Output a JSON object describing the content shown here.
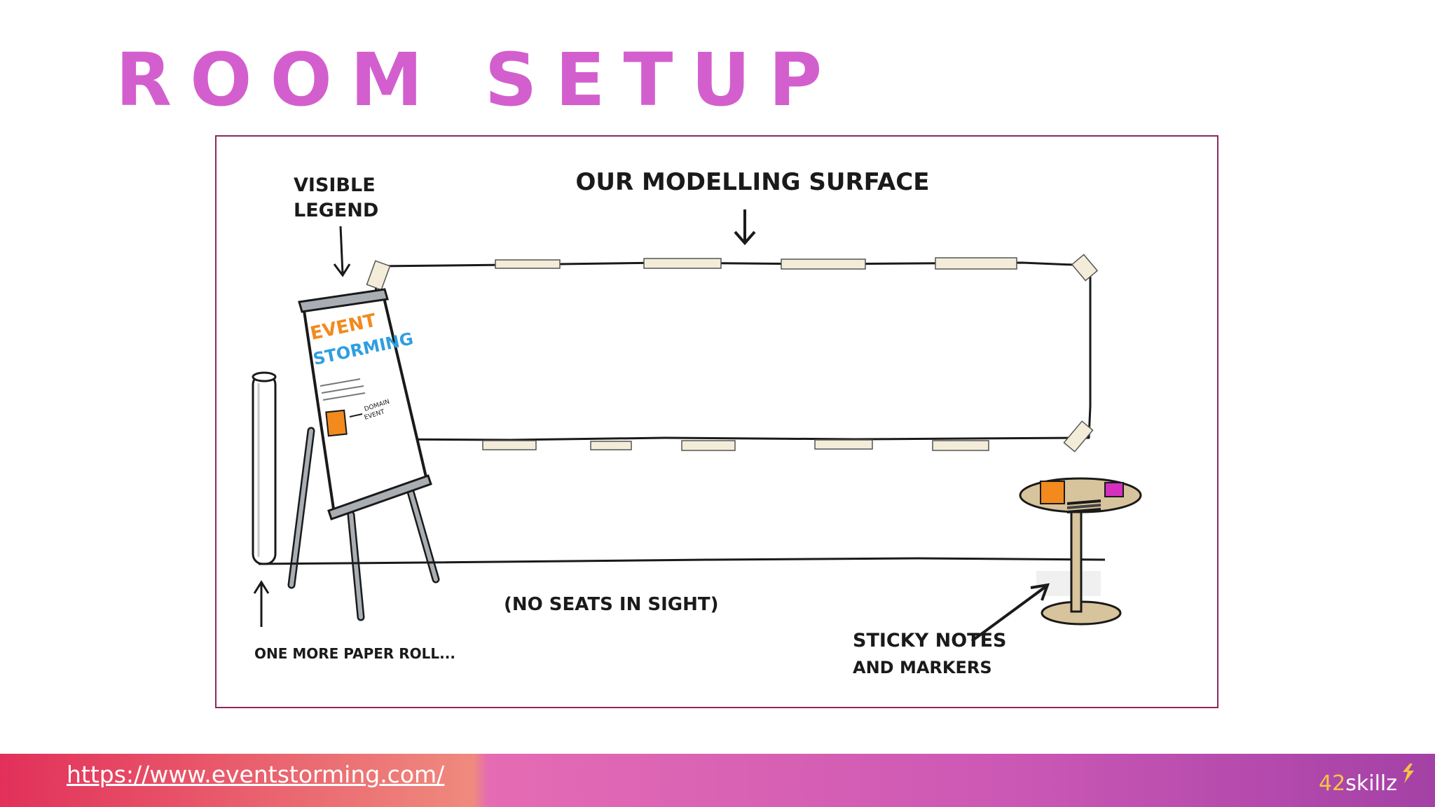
{
  "slide": {
    "title": "ROOM SETUP"
  },
  "figure": {
    "surface_label": "OUR MODELLING SURFACE",
    "legend_label_line1": "VISIBLE",
    "legend_label_line2": "LEGEND",
    "flipchart_title_line1": "EVENT",
    "flipchart_title_line2": "STORMING",
    "flipchart_note_line1": "DOMAIN",
    "flipchart_note_line2": "EVENT",
    "roll_label": "ONE MORE PAPER ROLL...",
    "seats_label": "(NO SEATS IN SIGHT)",
    "supplies_label_line1": "STICKY NOTES",
    "supplies_label_line2": "AND MARKERS",
    "colors": {
      "orange": "#f28a1e",
      "blue": "#2e9ee0",
      "magenta": "#d62fc0",
      "tape": "#f3ecd9",
      "table": "#d8c49c"
    }
  },
  "footer": {
    "link": "https://www.eventstorming.com/",
    "logo_number": "42",
    "logo_word": "skillz",
    "logo_mark": "lightning-mark-icon"
  },
  "colors": {
    "title": "#d35fce",
    "frame_border": "#8b2a5c"
  }
}
